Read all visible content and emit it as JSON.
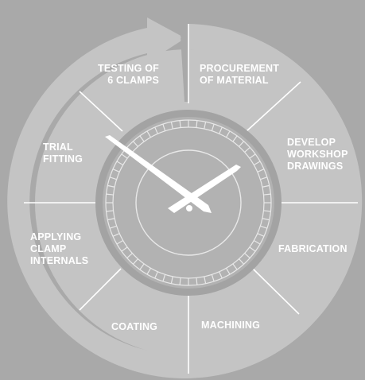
{
  "diagram": {
    "type": "process-cycle-clock",
    "colors": {
      "background": "#a9a9a9",
      "ring": "#c4c4c4",
      "clock_face": "#b2b2b2",
      "clock_rim": "#9c9c9c",
      "hands": "#ffffff",
      "labels": "#ffffff",
      "dividers": "#ffffff"
    },
    "stages": [
      {
        "id": "procurement",
        "label": "PROCUREMENT\nOF MATERIAL"
      },
      {
        "id": "develop",
        "label": "DEVELOP\nWORKSHOP\nDRAWINGS"
      },
      {
        "id": "fabrication",
        "label": "FABRICATION"
      },
      {
        "id": "machining",
        "label": "MACHINING"
      },
      {
        "id": "coating",
        "label": "COATING"
      },
      {
        "id": "applying",
        "label": "APPLYING\nCLAMP\nINTERNALS"
      },
      {
        "id": "trial",
        "label": "TRIAL\nFITTING"
      },
      {
        "id": "testing",
        "label": "TESTING OF\n6 CLAMPS"
      }
    ]
  }
}
